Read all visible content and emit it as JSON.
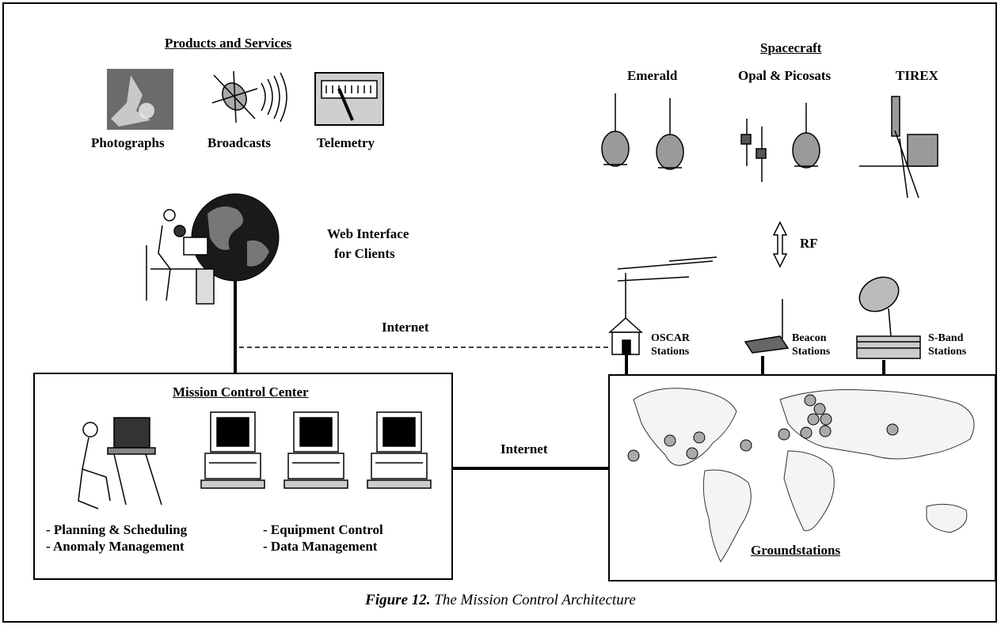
{
  "products": {
    "title": "Products and Services",
    "items": [
      "Photographs",
      "Broadcasts",
      "Telemetry"
    ]
  },
  "spacecraft": {
    "title": "Spacecraft",
    "groups": [
      "Emerald",
      "Opal & Picosats",
      "TIREX"
    ]
  },
  "link_rf": "RF",
  "web_interface": {
    "line1": "Web Interface",
    "line2": "for Clients"
  },
  "internet_upper": "Internet",
  "internet_lower": "Internet",
  "stations": {
    "oscar": {
      "line1": "OSCAR",
      "line2": "Stations"
    },
    "beacon": {
      "line1": "Beacon",
      "line2": "Stations"
    },
    "sband": {
      "line1": "S-Band",
      "line2": "Stations"
    }
  },
  "mcc": {
    "title": "Mission Control Center",
    "functions_left": [
      "- Planning & Scheduling",
      "- Anomaly Management"
    ],
    "functions_right": [
      "- Equipment Control",
      "- Data Management"
    ]
  },
  "groundstations": {
    "title": "Groundstations"
  },
  "caption": {
    "label": "Figure 12.",
    "text": " The Mission Control Architecture"
  }
}
